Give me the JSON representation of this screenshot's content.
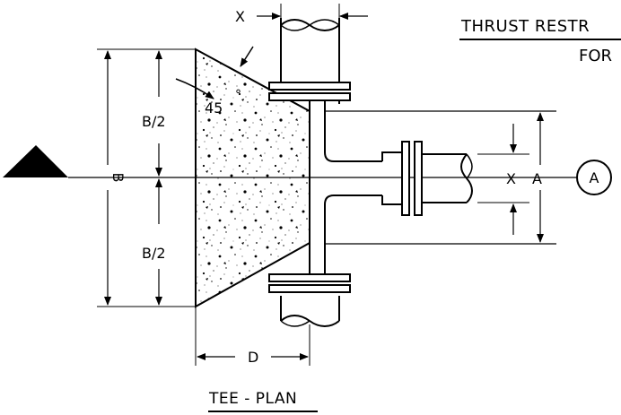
{
  "header": {
    "title_line1": "THRUST RESTR",
    "title_line2": "FOR"
  },
  "labels": {
    "x_top": "X",
    "angle": "45",
    "angle_mark": "°",
    "b_half_top": "B/2",
    "b": "B",
    "b_half_bottom": "B/2",
    "d": "D",
    "x_right": "X",
    "a": "A",
    "callout": "A"
  },
  "caption": "TEE - PLAN",
  "colors": {
    "line": "#000000",
    "background": "#ffffff"
  }
}
